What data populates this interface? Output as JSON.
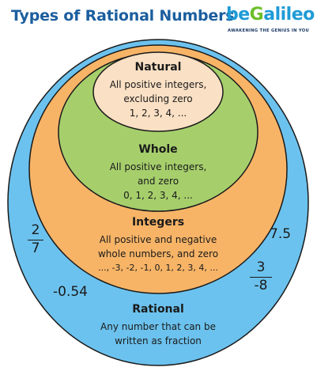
{
  "header": {
    "title": "Types of Rational Numbers",
    "logo_prefix": "be",
    "logo_g": "G",
    "logo_suffix": "alileo",
    "logo_tagline": "AWAKENING THE GENIUS IN YOU"
  },
  "colors": {
    "rational": "#6cc2ee",
    "integers": "#f7b467",
    "whole": "#a6cf6c",
    "natural": "#fae0c4",
    "title": "#1b5e9e"
  },
  "sets": {
    "natural": {
      "title": "Natural",
      "desc1": "All positive integers,",
      "desc2": "excluding zero",
      "desc3": "1, 2, 3, 4, ..."
    },
    "whole": {
      "title": "Whole",
      "desc1": "All positive integers,",
      "desc2": "and zero",
      "desc3": "0, 1, 2, 3, 4, ..."
    },
    "integers": {
      "title": "Integers",
      "desc1": "All positive and negative",
      "desc2": "whole numbers, and zero",
      "desc3": "..., -3, -2, -1, 0, 1, 2, 3, 4, ..."
    },
    "rational": {
      "title": "Rational",
      "desc1": "Any number that can be",
      "desc2": "written as fraction"
    }
  },
  "examples": {
    "frac_left": {
      "numerator": "2",
      "denominator": "7"
    },
    "decimal_left": "-0.54",
    "decimal_right": "7.5",
    "frac_right": {
      "numerator": "3",
      "denominator": "-8"
    }
  }
}
